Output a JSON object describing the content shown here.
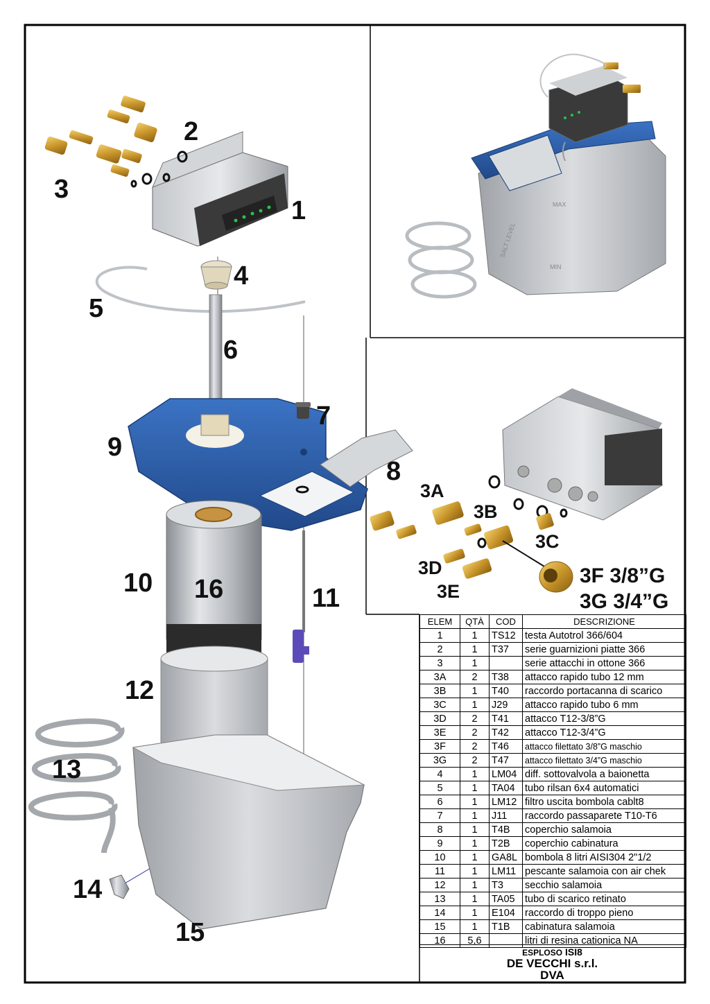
{
  "callouts": {
    "n1": "1",
    "n2": "2",
    "n3": "3",
    "n4": "4",
    "n5": "5",
    "n6": "6",
    "n7": "7",
    "n8": "8",
    "n9": "9",
    "n10": "10",
    "n11": "11",
    "n12": "12",
    "n13": "13",
    "n14": "14",
    "n15": "15",
    "n16": "16",
    "d3A": "3A",
    "d3B": "3B",
    "d3C": "3C",
    "d3D": "3D",
    "d3E": "3E",
    "d3F": "3F 3/8”G",
    "d3G": "3G 3/4”G"
  },
  "product_labels": {
    "salt_level": "SALT LEVEL",
    "max": "MAX",
    "min": "MIN"
  },
  "bom": {
    "headers": [
      "ELEM",
      "QTÀ",
      "COD",
      "DESCRIZIONE"
    ],
    "rows": [
      {
        "elem": "1",
        "qty": "1",
        "cod": "TS12",
        "desc": "testa Autotrol 366/604"
      },
      {
        "elem": "2",
        "qty": "1",
        "cod": "T37",
        "desc": "serie guarnizioni piatte 366"
      },
      {
        "elem": "3",
        "qty": "1",
        "cod": "",
        "desc": "serie attacchi in ottone 366"
      },
      {
        "elem": "3A",
        "qty": "2",
        "cod": "T38",
        "desc": "attacco rapido tubo 12 mm"
      },
      {
        "elem": "3B",
        "qty": "1",
        "cod": "T40",
        "desc": "raccordo portacanna di scarico"
      },
      {
        "elem": "3C",
        "qty": "1",
        "cod": "J29",
        "desc": "attacco rapido tubo 6 mm"
      },
      {
        "elem": "3D",
        "qty": "2",
        "cod": "T41",
        "desc": "attacco T12-3/8”G"
      },
      {
        "elem": "3E",
        "qty": "2",
        "cod": "T42",
        "desc": "attacco T12-3/4”G"
      },
      {
        "elem": "3F",
        "qty": "2",
        "cod": "T46",
        "desc": "attacco filettato 3/8”G maschio"
      },
      {
        "elem": "3G",
        "qty": "2",
        "cod": "T47",
        "desc": "attacco filettato 3/4”G maschio"
      },
      {
        "elem": "4",
        "qty": "1",
        "cod": "LM04",
        "desc": "diff. sottovalvola a baionetta"
      },
      {
        "elem": "5",
        "qty": "1",
        "cod": "TA04",
        "desc": "tubo rilsan 6x4 automatici"
      },
      {
        "elem": "6",
        "qty": "1",
        "cod": "LM12",
        "desc": "filtro uscita bombola cablt8"
      },
      {
        "elem": "7",
        "qty": "1",
        "cod": "J11",
        "desc": "raccordo passaparete T10-T6"
      },
      {
        "elem": "8",
        "qty": "1",
        "cod": "T4B",
        "desc": "coperchio salamoia"
      },
      {
        "elem": "9",
        "qty": "1",
        "cod": "T2B",
        "desc": "coperchio cabinatura"
      },
      {
        "elem": "10",
        "qty": "1",
        "cod": "GA8L",
        "desc": "bombola 8 litri AISI304 2\"1/2"
      },
      {
        "elem": "11",
        "qty": "1",
        "cod": "LM11",
        "desc": "pescante salamoia con air chek"
      },
      {
        "elem": "12",
        "qty": "1",
        "cod": "T3",
        "desc": "secchio salamoia"
      },
      {
        "elem": "13",
        "qty": "1",
        "cod": "TA05",
        "desc": "tubo di scarico retinato"
      },
      {
        "elem": "14",
        "qty": "1",
        "cod": "E104",
        "desc": "raccordo di  troppo pieno"
      },
      {
        "elem": "15",
        "qty": "1",
        "cod": "T1B",
        "desc": "cabinatura salamoia"
      },
      {
        "elem": "16",
        "qty": "5,6",
        "cod": "",
        "desc": "litri di resina cationica NA"
      }
    ]
  },
  "title_block": {
    "drawing_label": "ESPLOSO",
    "drawing_code": "ISI8",
    "company": "DE VECCHI s.r.l.",
    "division": "DVA"
  },
  "colors": {
    "blue_cover": "#2f5fa8",
    "brass": "#c8952a",
    "steel": "#b9bcc0",
    "head_dark": "#3a3a3a",
    "display_green": "#29c24a",
    "purple": "#5b4bb8"
  },
  "icons": [
    "valve-head-icon",
    "brass-fitting-icon",
    "o-ring-icon",
    "resin-tank-icon",
    "brine-tank-icon",
    "coiled-hose-icon"
  ]
}
